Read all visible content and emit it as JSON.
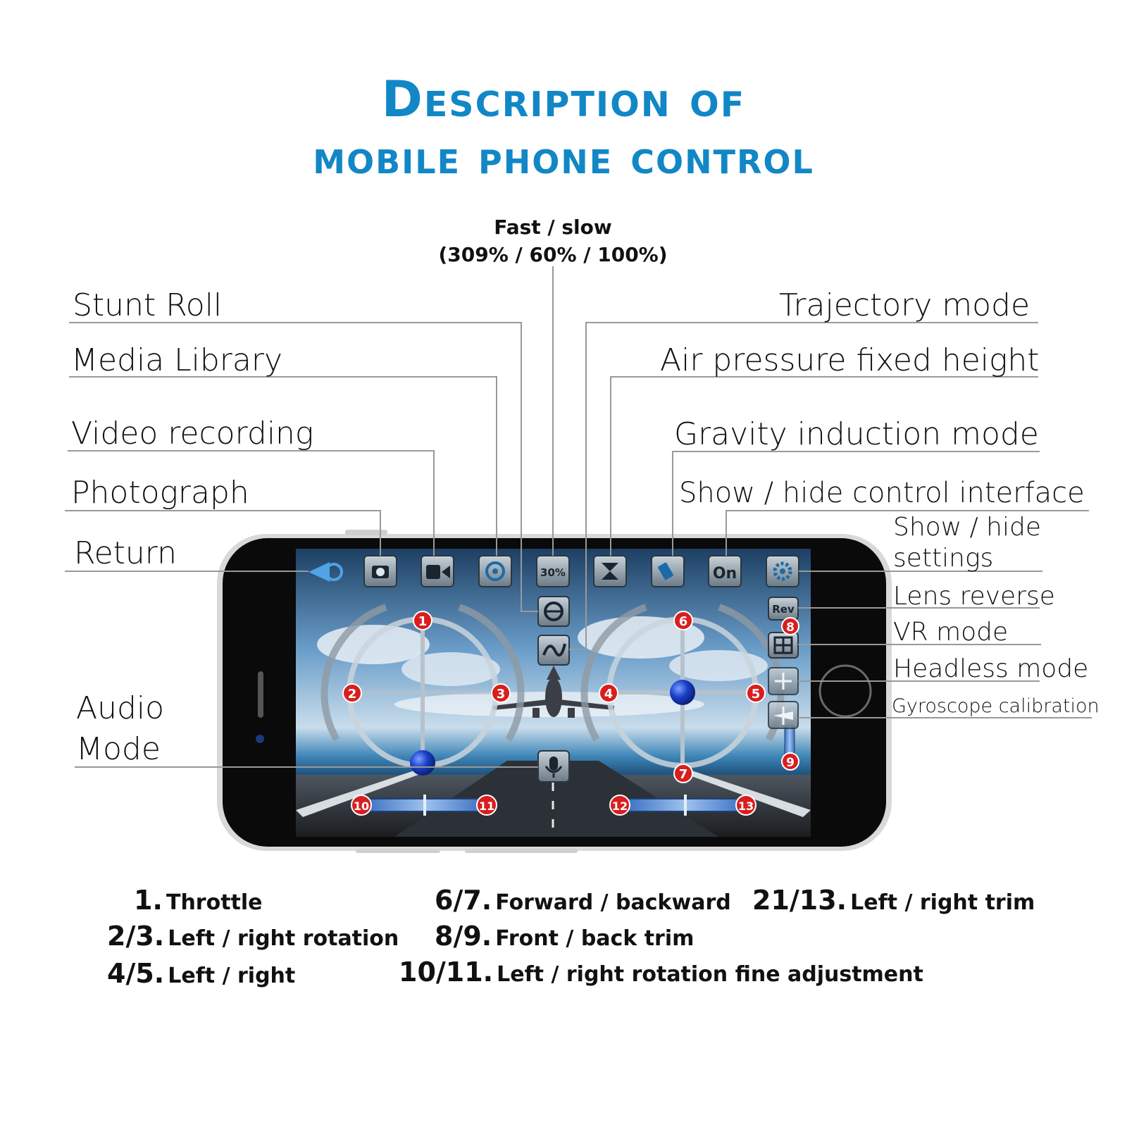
{
  "title": {
    "line1": "Description of",
    "line2": "mobile phone control"
  },
  "top_label": {
    "line1": "Fast / slow",
    "line2": "(309% / 60% / 100%)"
  },
  "left_labels": {
    "stunt_roll": "Stunt Roll",
    "media_library": "Media Library",
    "video_recording": "Video recording",
    "photograph": "Photograph",
    "return": "Return",
    "audio": "Audio",
    "mode": "Mode"
  },
  "right_labels": {
    "trajectory_mode": "Trajectory mode",
    "air_pressure": "Air pressure fixed height",
    "gravity_induction": "Gravity induction mode",
    "show_hide_control": "Show / hide control interface",
    "show_hide_settings_1": "Show / hide",
    "show_hide_settings_2": "settings",
    "lens_reverse": "Lens reverse",
    "vr_mode": "VR mode",
    "headless_mode": "Headless mode",
    "gyroscope_calibration": "Gyroscope calibration"
  },
  "screen": {
    "speed_button": "30%",
    "on_button": "On",
    "rev_button": "Rev",
    "markers": {
      "m1": "1",
      "m2": "2",
      "m3": "3",
      "m4": "4",
      "m5": "5",
      "m6": "6",
      "m7": "7",
      "m8": "8",
      "m9": "9",
      "m10": "10",
      "m11": "11",
      "m12": "12",
      "m13": "13"
    }
  },
  "legend": [
    {
      "num": "1.",
      "text": "Throttle"
    },
    {
      "num": "2/3.",
      "text": "Left / right rotation"
    },
    {
      "num": "4/5.",
      "text": "Left / right"
    },
    {
      "num": "6/7.",
      "text": "Forward / backward"
    },
    {
      "num": "8/9.",
      "text": "Front / back trim"
    },
    {
      "num": "10/11.",
      "text": "Left / right rotation fine adjustment"
    },
    {
      "num": "21/13.",
      "text": "Left / right trim"
    }
  ],
  "colors": {
    "title_blue": "#1287c6",
    "marker_red": "#d81e1e",
    "ball_blue": "#1a3fc8",
    "phone_body": "#0a0a0a"
  }
}
